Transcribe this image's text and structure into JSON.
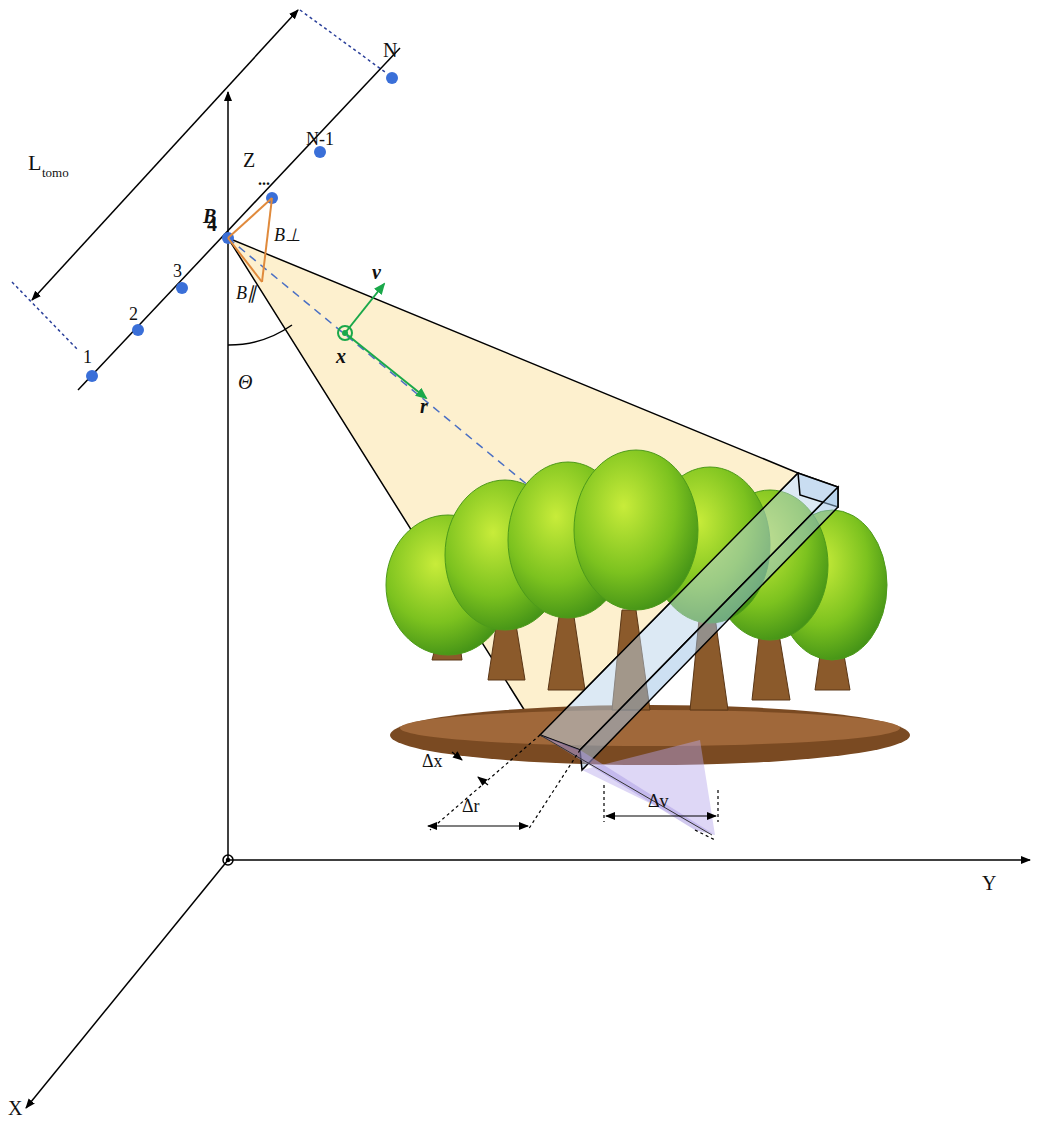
{
  "diagram": {
    "labels": [
      "L",
      "tomo",
      "N",
      "N-1",
      "Z",
      "...",
      "B",
      "B⊥",
      "4",
      "3",
      "2",
      "1",
      "B∥",
      "Θ",
      "v",
      "x",
      "r",
      "Δx",
      "Δr",
      "Δv",
      "Y",
      "X"
    ]
  }
}
